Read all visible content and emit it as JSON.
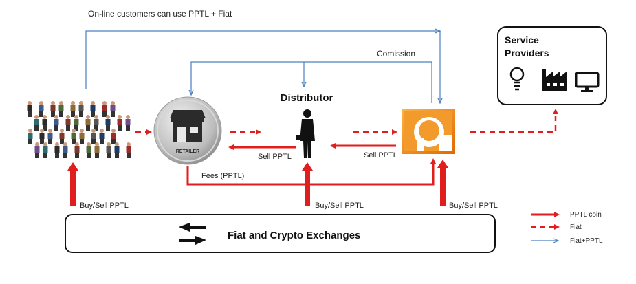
{
  "labels": {
    "online_customers": "On-line customers can use  PPTL + Fiat",
    "comission": "Comission",
    "distributor": "Distributor",
    "service_providers_line1": "Service",
    "service_providers_line2": "Providers",
    "retailer_badge": "RETAILER",
    "sell_pptl_left": "Sell PPTL",
    "sell_pptl_right": "Sell PPTL",
    "fees": "Fees (PPTL)",
    "buy_sell_1": "Buy/Sell PPTL",
    "buy_sell_2": "Buy/Sell PPTL",
    "buy_sell_3": "Buy/Sell PPTL",
    "exchanges": "Fiat and Crypto  Exchanges"
  },
  "legend": [
    {
      "label": "PPTL coin",
      "style": "solid-red"
    },
    {
      "label": "Fiat",
      "style": "dashed-red"
    },
    {
      "label": "Fiat+PPTL",
      "style": "thin-blue"
    }
  ],
  "colors": {
    "pptl_red": "#e01e1e",
    "blue_line": "#4a7fc1",
    "logo_orange": "#f08c1e",
    "box_border": "#111111"
  },
  "icons": {
    "crowd": "people-crowd-icon",
    "retailer": "shop-icon",
    "distributor": "businessman-icon",
    "platform": "pptl-logo-icon",
    "service_1": "lightbulb-icon",
    "service_2": "factory-icon",
    "service_3": "monitor-icon",
    "exchange": "swap-arrows-icon"
  }
}
